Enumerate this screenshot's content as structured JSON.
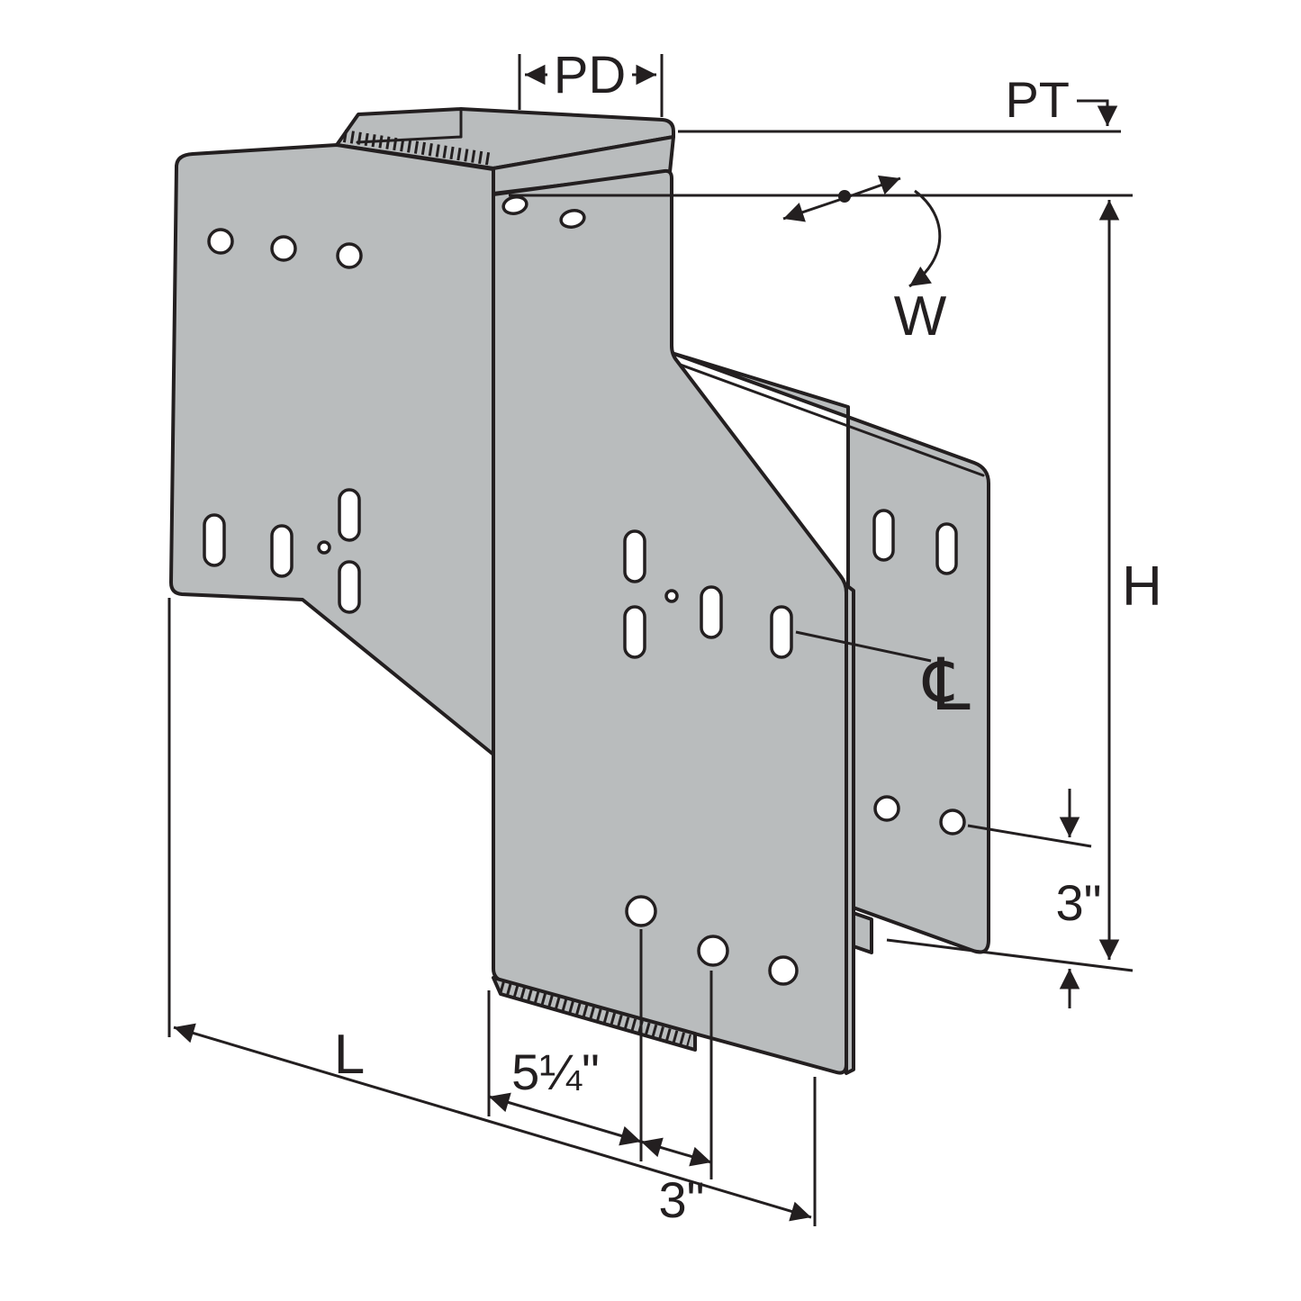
{
  "colors": {
    "background": "#ffffff",
    "plate": "#b9bcbd",
    "line": "#231f20"
  },
  "labels": {
    "pd": "PD",
    "pt": "PT",
    "weld": "W",
    "height": "H",
    "centerline": "℄",
    "side_offset": "3\"",
    "bottom_first": "5¼\"",
    "bottom_second": "3\"",
    "length": "L"
  }
}
